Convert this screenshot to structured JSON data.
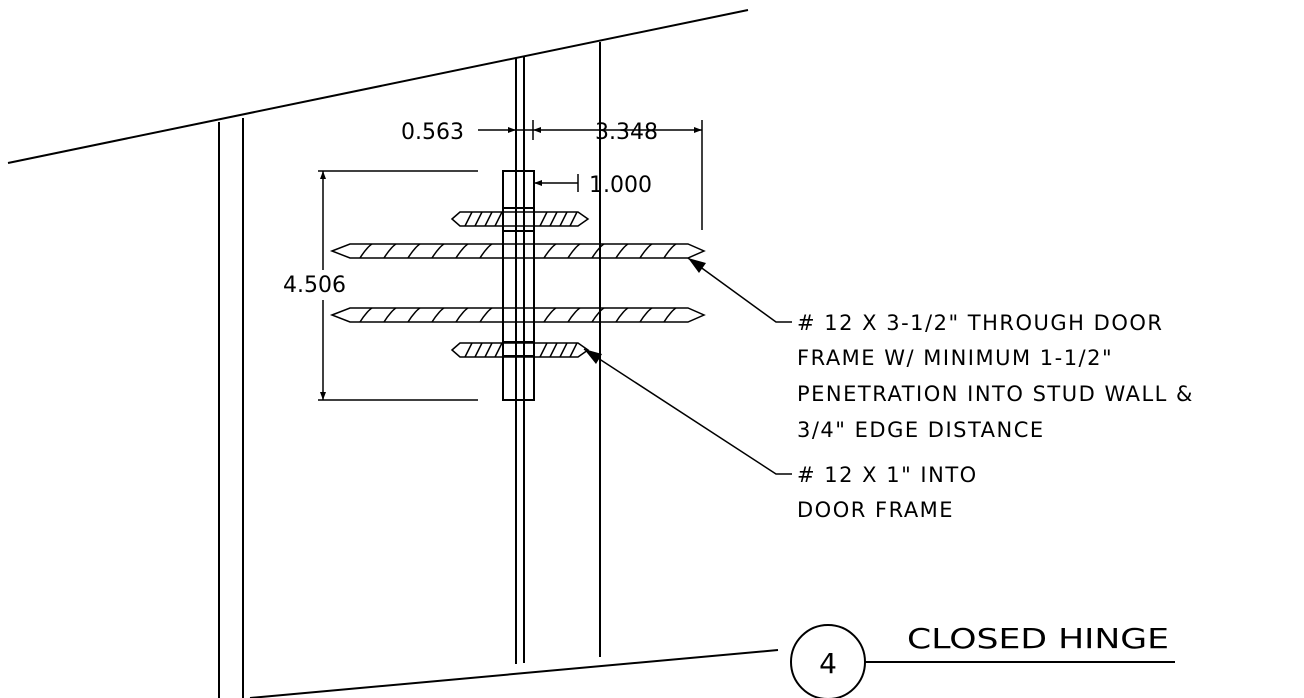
{
  "detail": {
    "number": "4",
    "title": "CLOSED HINGE"
  },
  "dimensions": {
    "hinge_leaf_width": "0.563",
    "through_screw_length": "3.348",
    "short_screw_length": "1.000",
    "hinge_height": "4.506"
  },
  "notes": {
    "through_screw": [
      "# 12 X 3-1/2\" THROUGH DOOR",
      "FRAME W/ MINIMUM 1-1/2\"",
      "PENETRATION INTO STUD WALL &",
      "3/4\" EDGE DISTANCE"
    ],
    "short_screw": [
      "# 12 X 1\" INTO",
      "DOOR FRAME"
    ]
  }
}
